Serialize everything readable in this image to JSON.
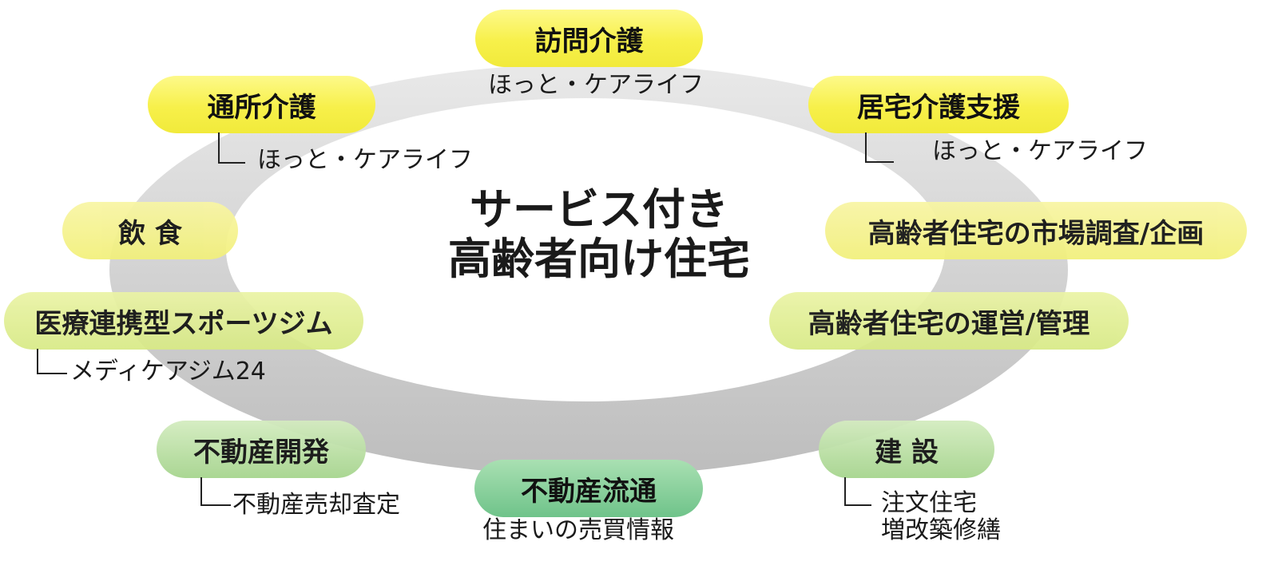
{
  "center": {
    "line1": "サービス付き",
    "line2": "高齢者向け住宅"
  },
  "services": {
    "houmon": {
      "label": "訪問介護",
      "sub": "ほっと・ケアライフ"
    },
    "tsusho": {
      "label": "通所介護",
      "sub": "ほっと・ケアライフ"
    },
    "kyotaku": {
      "label": "居宅介護支援",
      "sub": "ほっと・ケアライフ"
    },
    "inshoku": {
      "label": "飲 食"
    },
    "market": {
      "label": "高齢者住宅の市場調査/企画"
    },
    "gym": {
      "label": "医療連携型スポーツジム",
      "sub": "メディケアジム24"
    },
    "unei": {
      "label": "高齢者住宅の運営/管理"
    },
    "kaihatsu": {
      "label": "不動産開発",
      "sub": "不動産売却査定"
    },
    "ryutsu": {
      "label": "不動産流通",
      "sub": "住まいの売買情報"
    },
    "kensetsu": {
      "label": "建 設",
      "sub_lines": [
        "注文住宅",
        "増改築修繕"
      ]
    }
  },
  "colors": {
    "ring": "#d4d4d4",
    "yellow": "#f7f04a",
    "green": "#6fc38a"
  }
}
